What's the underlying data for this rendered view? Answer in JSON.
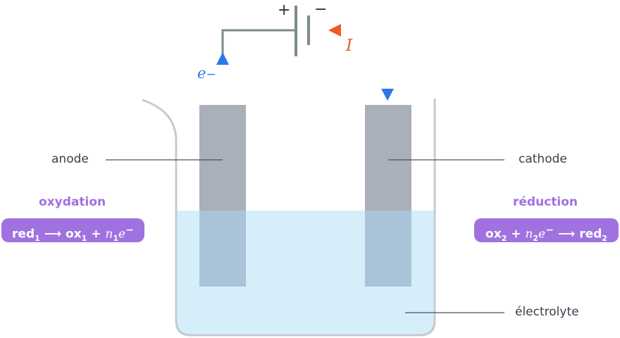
{
  "battery": {
    "plus": "+",
    "minus": "−"
  },
  "electrons": {
    "e": "e",
    "sup": "−"
  },
  "current": {
    "symbol": "I"
  },
  "labels": {
    "anode": "anode",
    "cathode": "cathode",
    "electrolyte": "électrolyte"
  },
  "left_reaction": {
    "title": "oxydation",
    "red": "red",
    "red_sub": "1",
    "arrow": "⟶",
    "ox": "ox",
    "ox_sub": "1",
    "plus": "+",
    "n": "n",
    "n_sub": "1",
    "e": "e",
    "e_sup": "−"
  },
  "right_reaction": {
    "title": "réduction",
    "ox": "ox",
    "ox_sub": "2",
    "plus": "+",
    "n": "n",
    "n_sub": "2",
    "e": "e",
    "e_sup": "−",
    "arrow": "⟶",
    "red": "red",
    "red_sub": "2"
  },
  "colors": {
    "electrolyte": "#d5eefa",
    "electrode": "#a9b0ba",
    "electrode_submerged": "#a9c4d8",
    "wire": "#7d8a8a",
    "electron_arrow": "#2979e8",
    "current_arrow": "#ee5a24",
    "reaction_pill": "#9f72e0"
  }
}
